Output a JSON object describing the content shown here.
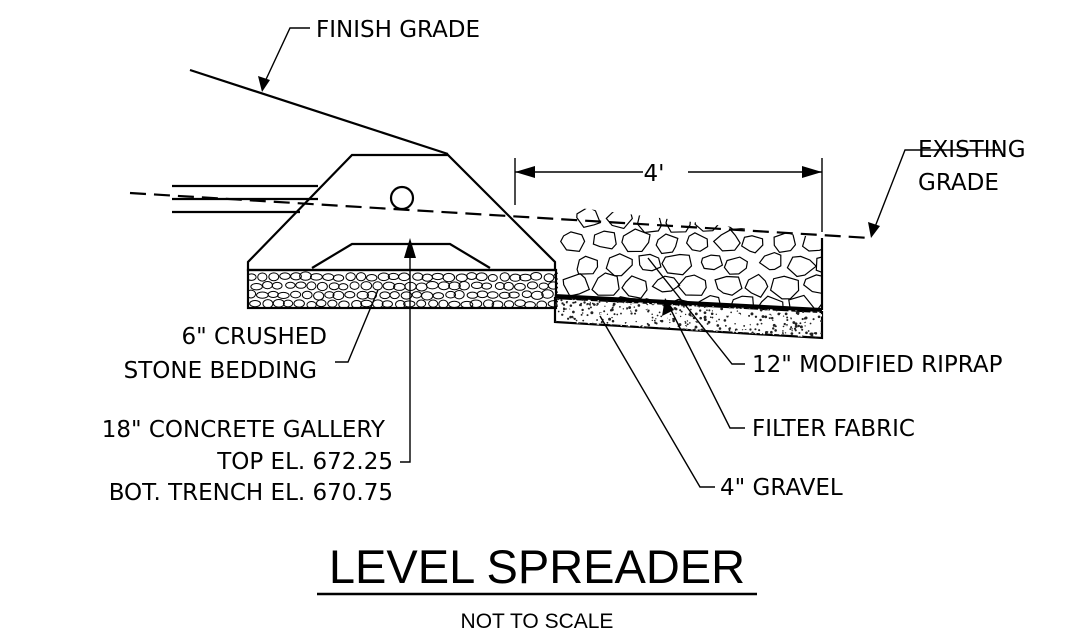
{
  "labels": {
    "finish_grade": "FINISH GRADE",
    "existing_grade_line1": "EXISTING",
    "existing_grade_line2": "GRADE",
    "width_dim": "4'",
    "bedding_line1": "6\" CRUSHED",
    "bedding_line2": "STONE BEDDING",
    "gallery_line1": "18\" CONCRETE GALLERY",
    "gallery_line2": "TOP EL. 672.25",
    "gallery_line3": "BOT. TRENCH EL. 670.75",
    "riprap": "12\" MODIFIED RIPRAP",
    "filter_fabric": "FILTER FABRIC",
    "gravel": "4\" GRAVEL"
  },
  "title": "LEVEL SPREADER",
  "subtitle": "NOT TO SCALE",
  "colors": {
    "ink": "#000000",
    "background": "#ffffff",
    "gravel_fill": "#8a8a8a"
  }
}
